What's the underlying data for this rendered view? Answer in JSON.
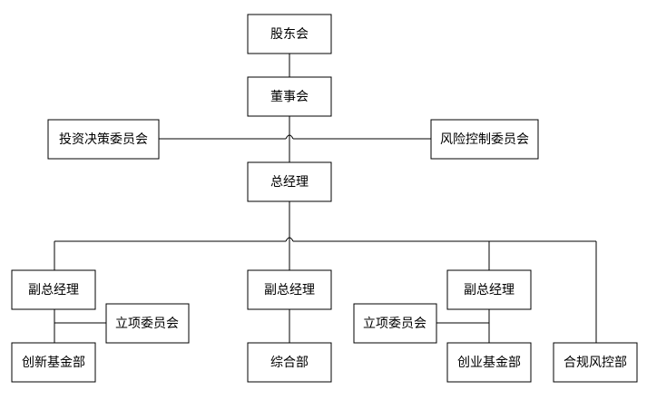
{
  "org_chart": {
    "shareholders": "股东会",
    "board": "董事会",
    "investment_committee": "投资决策委员会",
    "risk_committee": "风险控制委员会",
    "general_manager": "总经理",
    "deputy_gm_left": "副总经理",
    "deputy_gm_center": "副总经理",
    "deputy_gm_right": "副总经理",
    "project_committee_left": "立项委员会",
    "project_committee_right": "立项委员会",
    "innovation_fund_dept": "创新基金部",
    "general_affairs_dept": "综合部",
    "venture_fund_dept": "创业基金部",
    "compliance_risk_dept": "合规风控部"
  }
}
